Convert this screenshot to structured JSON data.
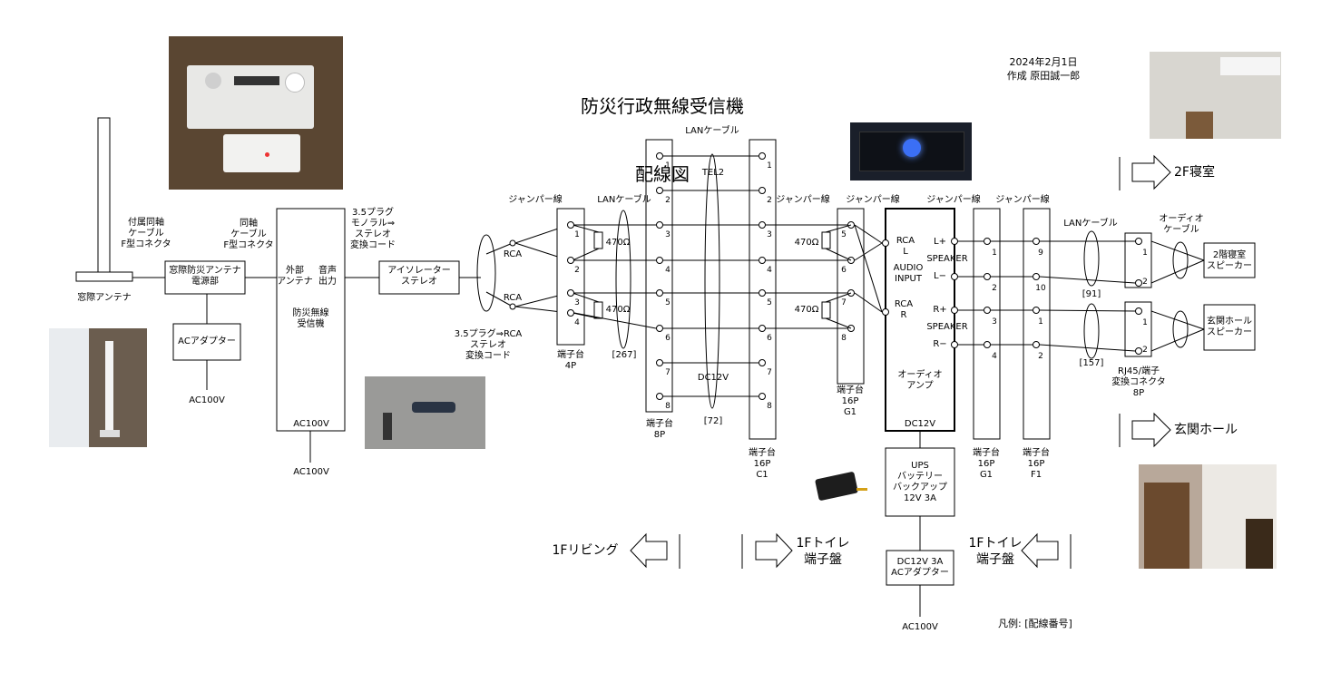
{
  "title": {
    "line1": "防災行政無線受信機",
    "line2": "配線図"
  },
  "meta": {
    "date": "2024年2月1日",
    "author": "作成 原田誠一郎"
  },
  "legend": "凡例: [配線番号]",
  "antenna": {
    "label": "窓際アンテナ",
    "cable": "付属同軸\nケーブル\nF型コネクタ"
  },
  "antenna_power": {
    "label": "窓際防災アンテナ\n電源部",
    "cable": "同軸\nケーブル\nF型コネクタ"
  },
  "ac_adapter": {
    "label": "ACアダプター",
    "ac": "AC100V"
  },
  "receiver": {
    "port_ext": "外部\nアンテナ",
    "port_audio": "音声\n出力",
    "name": "防災無線\n受信機",
    "ac_in": "AC100V",
    "ac_out": "AC100V"
  },
  "plug_cord": "3.5プラグ\nモノラル⇒\nステレオ\n変換コード",
  "isolator": "アイソレーター\nステレオ",
  "rca_cord": "3.5プラグ⇒RCA\nステレオ\n変換コード",
  "rca": [
    "RCA",
    "RCA"
  ],
  "jumper": "ジャンパー線",
  "lan_cable": "LANケーブル",
  "resistor": "470Ω",
  "tb4p": {
    "label": "端子台\n4P",
    "pins": [
      "1",
      "2",
      "3",
      "4"
    ],
    "ref": "[267]"
  },
  "tb8p": {
    "label": "端子台\n8P",
    "pins": [
      "1",
      "2",
      "3",
      "4",
      "5",
      "6",
      "7",
      "8"
    ]
  },
  "tel2": "TEL2",
  "dc12v_wire": "DC12V",
  "ref72": "[72]",
  "tbc1": {
    "label": "端子台\n16P\nC1",
    "pins": [
      "1",
      "2",
      "3",
      "4",
      "5",
      "6",
      "7",
      "8"
    ]
  },
  "tbg1_left": {
    "label": "端子台\n16P\nG1",
    "pins": [
      "5",
      "6",
      "7",
      "8"
    ]
  },
  "amp": {
    "rca_l": "RCA\nL",
    "audio_input": "AUDIO\nINPUT",
    "rca_r": "RCA\nR",
    "l_plus": "L+",
    "speaker": "SPEAKER",
    "l_minus": "L−",
    "r_plus": "R+",
    "r_minus": "R−",
    "name": "オーディオ\nアンプ",
    "dc": "DC12V"
  },
  "ups": "UPS\nバッテリー\nバックアップ\n12V 3A",
  "dc_adapter": {
    "label": "DC12V 3A\nACアダプター",
    "ac": "AC100V"
  },
  "tbg1_right": {
    "label": "端子台\n16P\nG1",
    "pins": [
      "1",
      "2",
      "3",
      "4"
    ]
  },
  "tbf1": {
    "label": "端子台\n16P\nF1",
    "pins": [
      "9",
      "10",
      "1",
      "2"
    ]
  },
  "refs": {
    "r91": "[91]",
    "r157": "[157]"
  },
  "rj45": {
    "label": "RJ45/端子\n変換コネクタ\n8P",
    "pins": [
      "1",
      "2",
      "1",
      "2"
    ]
  },
  "audio_cable": "オーディオ\nケーブル",
  "speakers": {
    "bedroom": "2階寝室\nスピーカー",
    "entrance": "玄関ホール\nスピーカー"
  },
  "destinations": {
    "bedroom": "2F寝室",
    "entrance": "玄関ホール",
    "living": "1Fリビング",
    "toilet1": "1Fトイレ\n端子盤",
    "toilet2": "1Fトイレ\n端子盤"
  },
  "colors": {
    "line": "#000000",
    "box": "#ffffff"
  }
}
